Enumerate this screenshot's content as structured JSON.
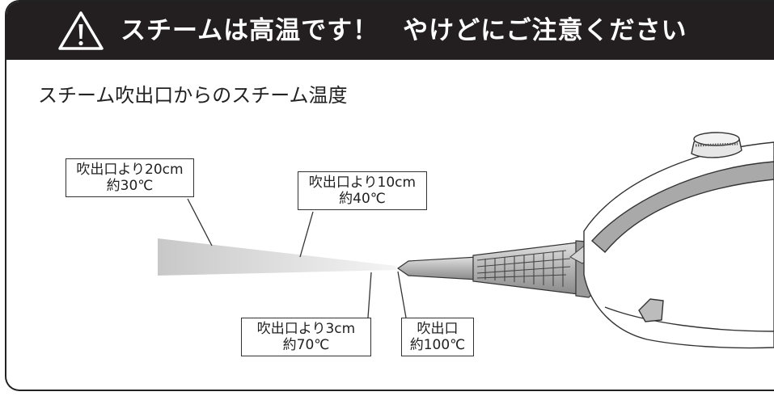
{
  "banner": {
    "icon": "warning-triangle-icon",
    "text_left": "スチームは高温です！",
    "text_right": "やけどにご注意ください",
    "background": "#231f20",
    "text_color": "#ffffff"
  },
  "subtitle": "スチーム吹出口からのスチーム温度",
  "callouts": [
    {
      "distance": "吹出口より20cm",
      "temp": "約30℃"
    },
    {
      "distance": "吹出口より10cm",
      "temp": "約40℃"
    },
    {
      "distance": "吹出口より3cm",
      "temp": "約70℃"
    },
    {
      "distance": "吹出口",
      "temp": "約100℃"
    }
  ]
}
